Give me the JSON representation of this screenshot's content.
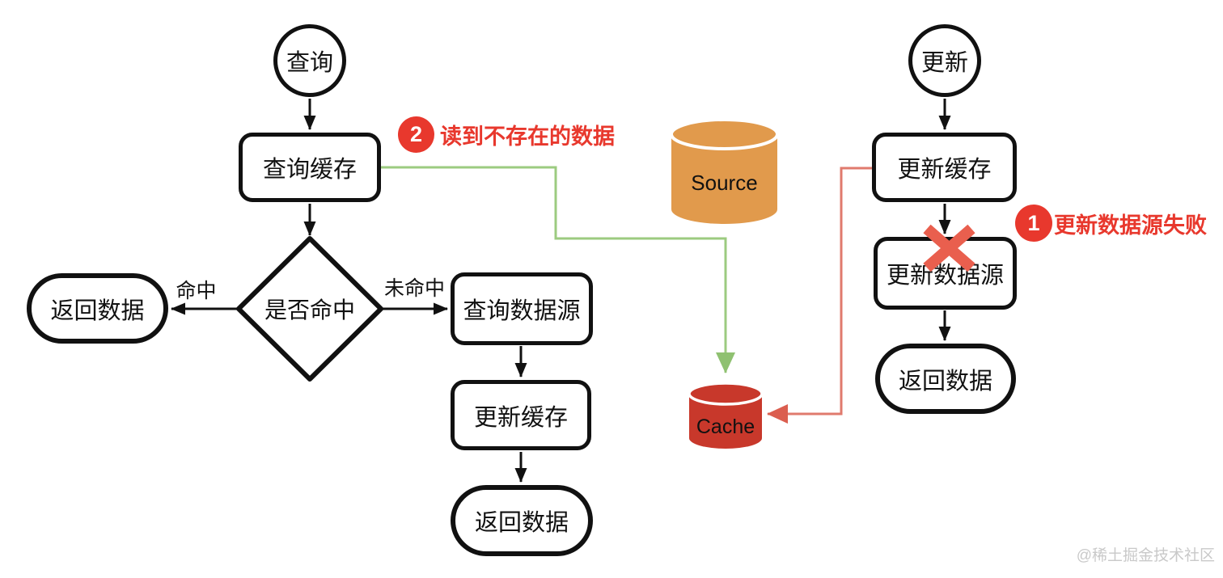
{
  "nodes": {
    "start_query": "查询",
    "query_cache": "查询缓存",
    "decision": "是否命中",
    "return_data_left": "返回数据",
    "query_source": "查询数据源",
    "update_cache_mid": "更新缓存",
    "return_data_mid": "返回数据",
    "start_update": "更新",
    "update_cache_right": "更新缓存",
    "update_source": "更新数据源",
    "return_data_right": "返回数据"
  },
  "edge_labels": {
    "hit": "命中",
    "miss": "未命中"
  },
  "datastores": {
    "source": "Source",
    "cache": "Cache"
  },
  "annotations": {
    "read_missing": {
      "number": "2",
      "text": "读到不存在的数据"
    },
    "update_failed": {
      "number": "1",
      "text": "更新数据源失败"
    }
  },
  "watermark": "@稀土掘金技术社区",
  "colors": {
    "ink": "#111111",
    "accent_red": "#e8382d",
    "x_red": "#e95f4e",
    "flow_green": "#9ccb80",
    "flow_green_arrow": "#8fc171",
    "flow_red": "#e07a6d",
    "flow_red_arrow": "#db5e4f",
    "source_orange": "#e19a4c",
    "cache_red": "#c8382b",
    "watermark_gray": "#c9c9c9"
  }
}
